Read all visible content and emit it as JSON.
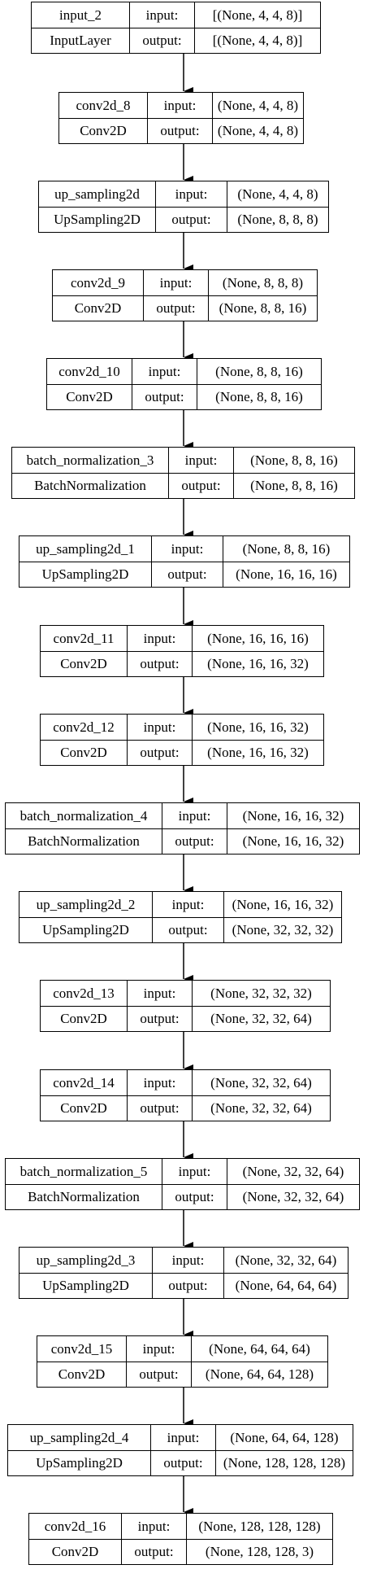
{
  "diagram": {
    "nodes": [
      {
        "name": "input_2",
        "type": "InputLayer",
        "input_label": "input:",
        "output_label": "output:",
        "input_shape": "[(None, 4, 4, 8)]",
        "output_shape": "[(None, 4, 4, 8)]"
      },
      {
        "name": "conv2d_8",
        "type": "Conv2D",
        "input_label": "input:",
        "output_label": "output:",
        "input_shape": "(None, 4, 4, 8)",
        "output_shape": "(None, 4, 4, 8)"
      },
      {
        "name": "up_sampling2d",
        "type": "UpSampling2D",
        "input_label": "input:",
        "output_label": "output:",
        "input_shape": "(None, 4, 4, 8)",
        "output_shape": "(None, 8, 8, 8)"
      },
      {
        "name": "conv2d_9",
        "type": "Conv2D",
        "input_label": "input:",
        "output_label": "output:",
        "input_shape": "(None, 8, 8, 8)",
        "output_shape": "(None, 8, 8, 16)"
      },
      {
        "name": "conv2d_10",
        "type": "Conv2D",
        "input_label": "input:",
        "output_label": "output:",
        "input_shape": "(None, 8, 8, 16)",
        "output_shape": "(None, 8, 8, 16)"
      },
      {
        "name": "batch_normalization_3",
        "type": "BatchNormalization",
        "input_label": "input:",
        "output_label": "output:",
        "input_shape": "(None, 8, 8, 16)",
        "output_shape": "(None, 8, 8, 16)"
      },
      {
        "name": "up_sampling2d_1",
        "type": "UpSampling2D",
        "input_label": "input:",
        "output_label": "output:",
        "input_shape": "(None, 8, 8, 16)",
        "output_shape": "(None, 16, 16, 16)"
      },
      {
        "name": "conv2d_11",
        "type": "Conv2D",
        "input_label": "input:",
        "output_label": "output:",
        "input_shape": "(None, 16, 16, 16)",
        "output_shape": "(None, 16, 16, 32)"
      },
      {
        "name": "conv2d_12",
        "type": "Conv2D",
        "input_label": "input:",
        "output_label": "output:",
        "input_shape": "(None, 16, 16, 32)",
        "output_shape": "(None, 16, 16, 32)"
      },
      {
        "name": "batch_normalization_4",
        "type": "BatchNormalization",
        "input_label": "input:",
        "output_label": "output:",
        "input_shape": "(None, 16, 16, 32)",
        "output_shape": "(None, 16, 16, 32)"
      },
      {
        "name": "up_sampling2d_2",
        "type": "UpSampling2D",
        "input_label": "input:",
        "output_label": "output:",
        "input_shape": "(None, 16, 16, 32)",
        "output_shape": "(None, 32, 32, 32)"
      },
      {
        "name": "conv2d_13",
        "type": "Conv2D",
        "input_label": "input:",
        "output_label": "output:",
        "input_shape": "(None, 32, 32, 32)",
        "output_shape": "(None, 32, 32, 64)"
      },
      {
        "name": "conv2d_14",
        "type": "Conv2D",
        "input_label": "input:",
        "output_label": "output:",
        "input_shape": "(None, 32, 32, 64)",
        "output_shape": "(None, 32, 32, 64)"
      },
      {
        "name": "batch_normalization_5",
        "type": "BatchNormalization",
        "input_label": "input:",
        "output_label": "output:",
        "input_shape": "(None, 32, 32, 64)",
        "output_shape": "(None, 32, 32, 64)"
      },
      {
        "name": "up_sampling2d_3",
        "type": "UpSampling2D",
        "input_label": "input:",
        "output_label": "output:",
        "input_shape": "(None, 32, 32, 64)",
        "output_shape": "(None, 64, 64, 64)"
      },
      {
        "name": "conv2d_15",
        "type": "Conv2D",
        "input_label": "input:",
        "output_label": "output:",
        "input_shape": "(None, 64, 64, 64)",
        "output_shape": "(None, 64, 64, 128)"
      },
      {
        "name": "up_sampling2d_4",
        "type": "UpSampling2D",
        "input_label": "input:",
        "output_label": "output:",
        "input_shape": "(None, 64, 64, 128)",
        "output_shape": "(None, 128, 128, 128)"
      },
      {
        "name": "conv2d_16",
        "type": "Conv2D",
        "input_label": "input:",
        "output_label": "output:",
        "input_shape": "(None, 128, 128, 128)",
        "output_shape": "(None, 128, 128, 3)"
      }
    ]
  }
}
